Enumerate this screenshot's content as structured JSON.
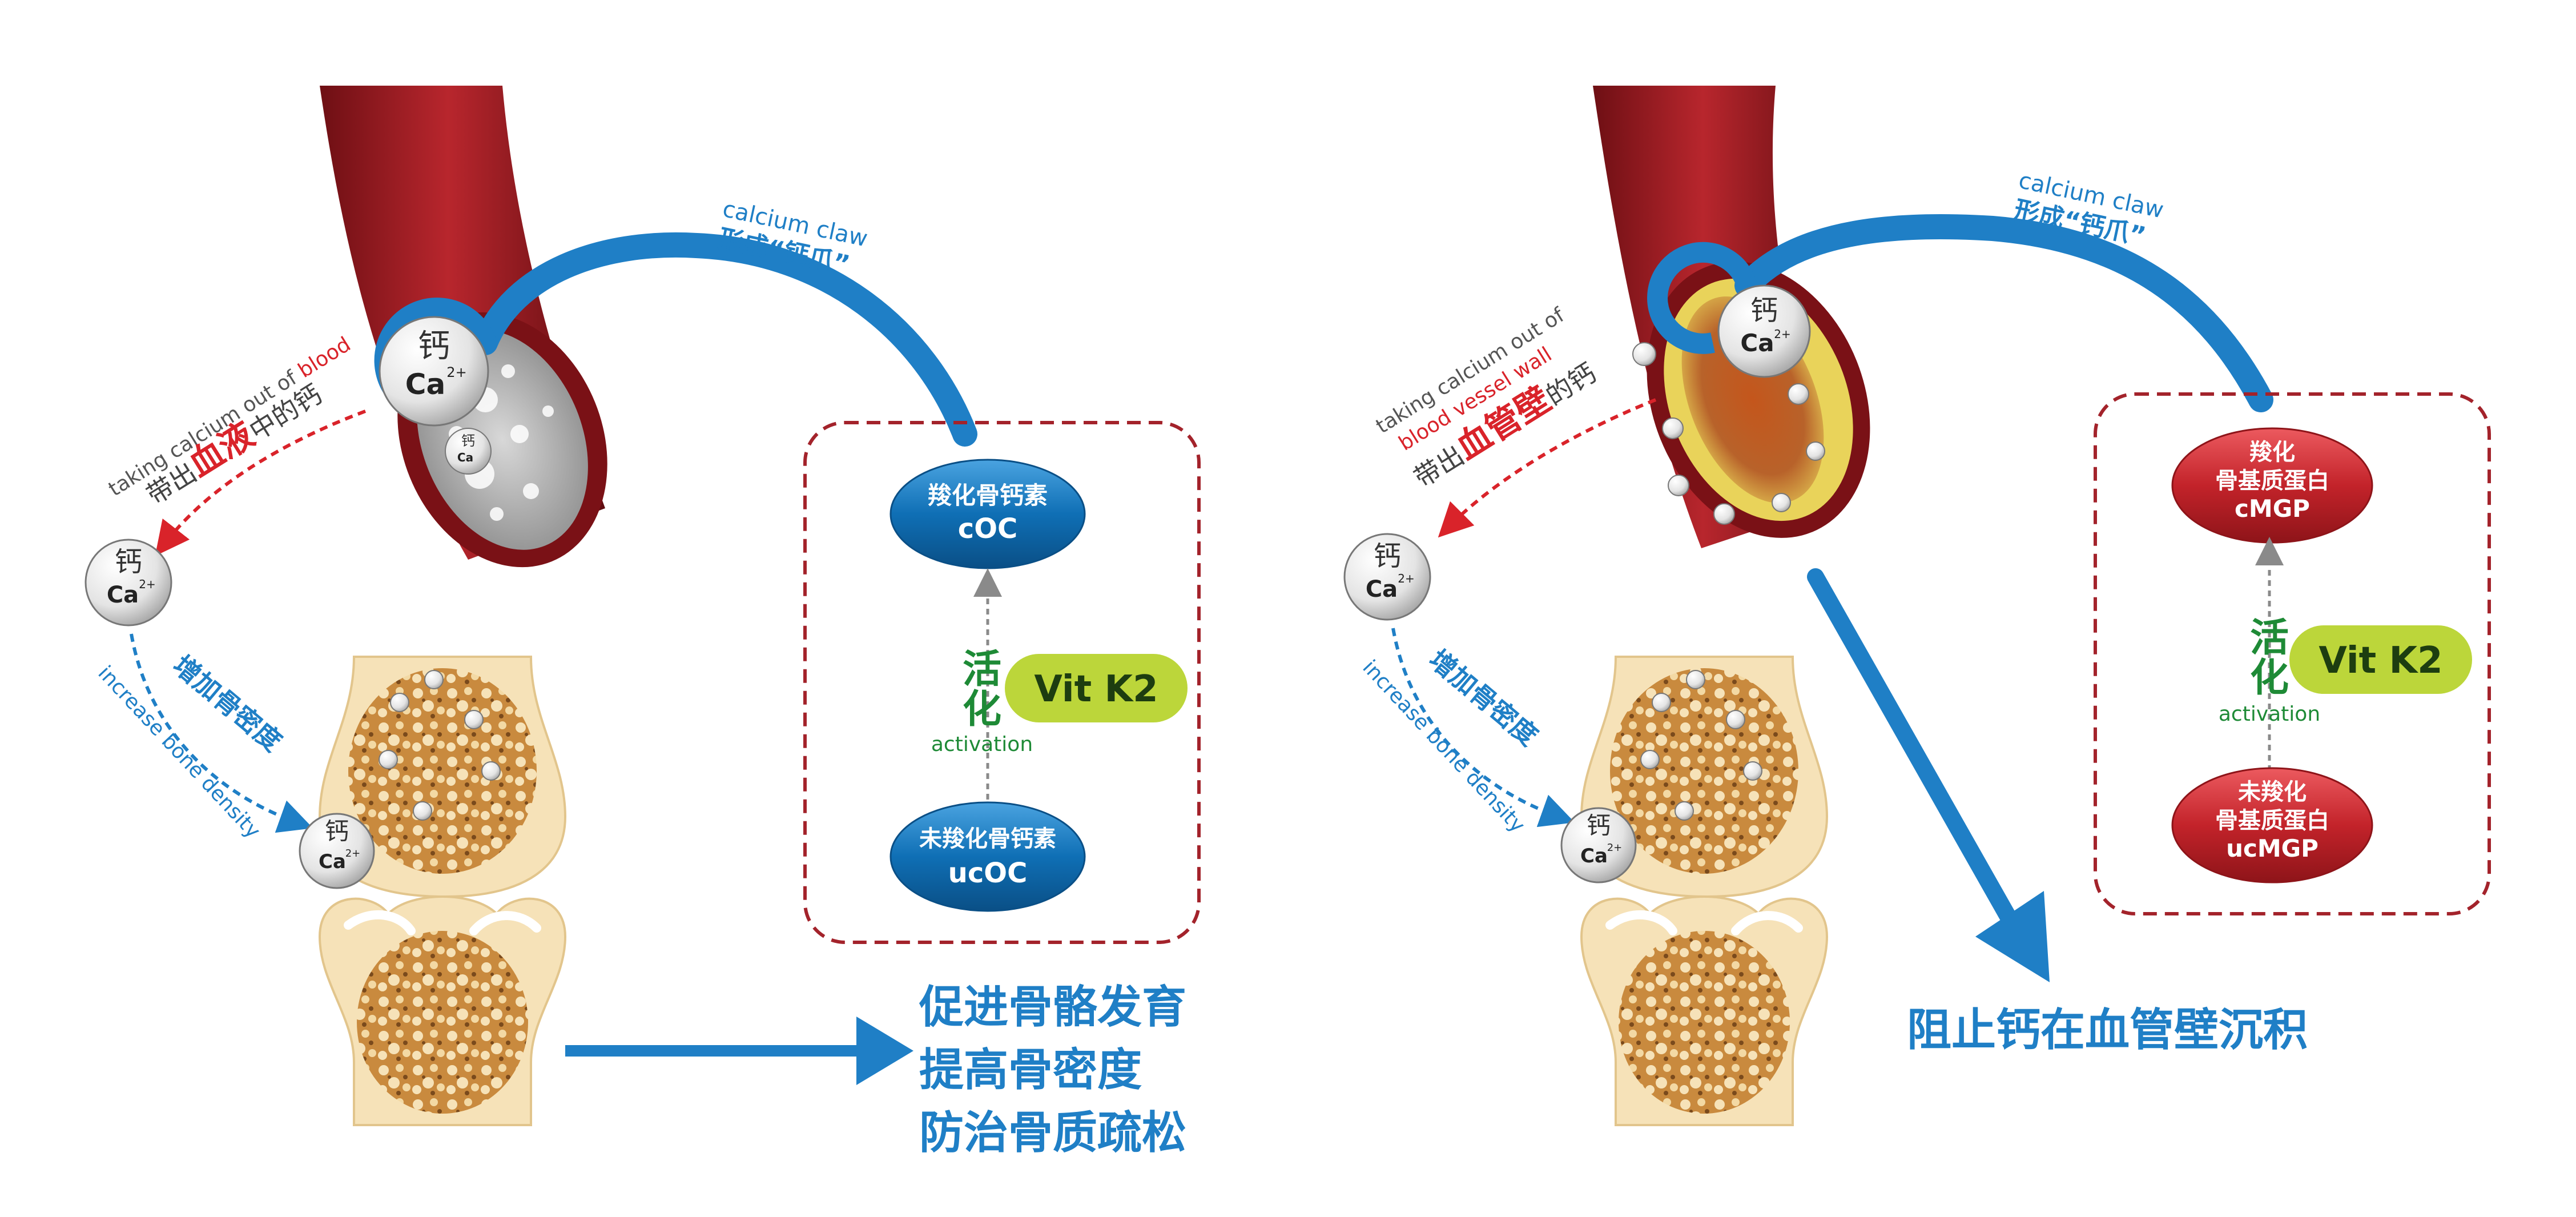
{
  "colors": {
    "blue": "#1f7fc6",
    "red": "#d9232a",
    "dark_red": "#a3232b",
    "green": "#1e8a36",
    "lime": "#bcd63a",
    "bone": "#f6e2b8",
    "vessel": "#8f1a1f"
  },
  "calcium": {
    "cn": "钙",
    "sym": "Ca",
    "charge": "2+"
  },
  "left_panel": {
    "claw_en": "calcium claw",
    "claw_cn": "形成“钙爪”",
    "taking_en_a": "taking calcium out of ",
    "taking_en_b": "blood",
    "taking_cn_a": "带出",
    "taking_cn_b": "血液",
    "taking_cn_c": "中的钙",
    "density_cn": "增加骨密度",
    "density_en": "increase bone density",
    "top_pill": {
      "line1": "羧化骨钙素",
      "line2": "cOC"
    },
    "bottom_pill": {
      "line1": "未羧化骨钙素",
      "line2": "ucOC"
    },
    "activate_cn1": "活",
    "activate_cn2": "化",
    "activation_en": "activation",
    "vitk2": "Vit K2",
    "benefits": [
      "促进骨骼发育",
      "提高骨密度",
      "防治骨质疏松"
    ]
  },
  "right_panel": {
    "claw_en": "calcium claw",
    "claw_cn": "形成“钙爪”",
    "taking_en_a": "taking calcium out of",
    "taking_en_b": "blood vessel wall",
    "taking_cn_a": "带出",
    "taking_cn_b": "血管壁",
    "taking_cn_c": "的钙",
    "density_cn": "增加骨密度",
    "density_en": "increase bone density",
    "top_pill": {
      "line1": "羧化",
      "line2": "骨基质蛋白",
      "line3": "cMGP"
    },
    "bottom_pill": {
      "line1": "未羧化",
      "line2": "骨基质蛋白",
      "line3": "ucMGP"
    },
    "activate_cn1": "活",
    "activate_cn2": "化",
    "activation_en": "activation",
    "vitk2": "Vit K2",
    "benefit": "阻止钙在血管壁沉积"
  }
}
